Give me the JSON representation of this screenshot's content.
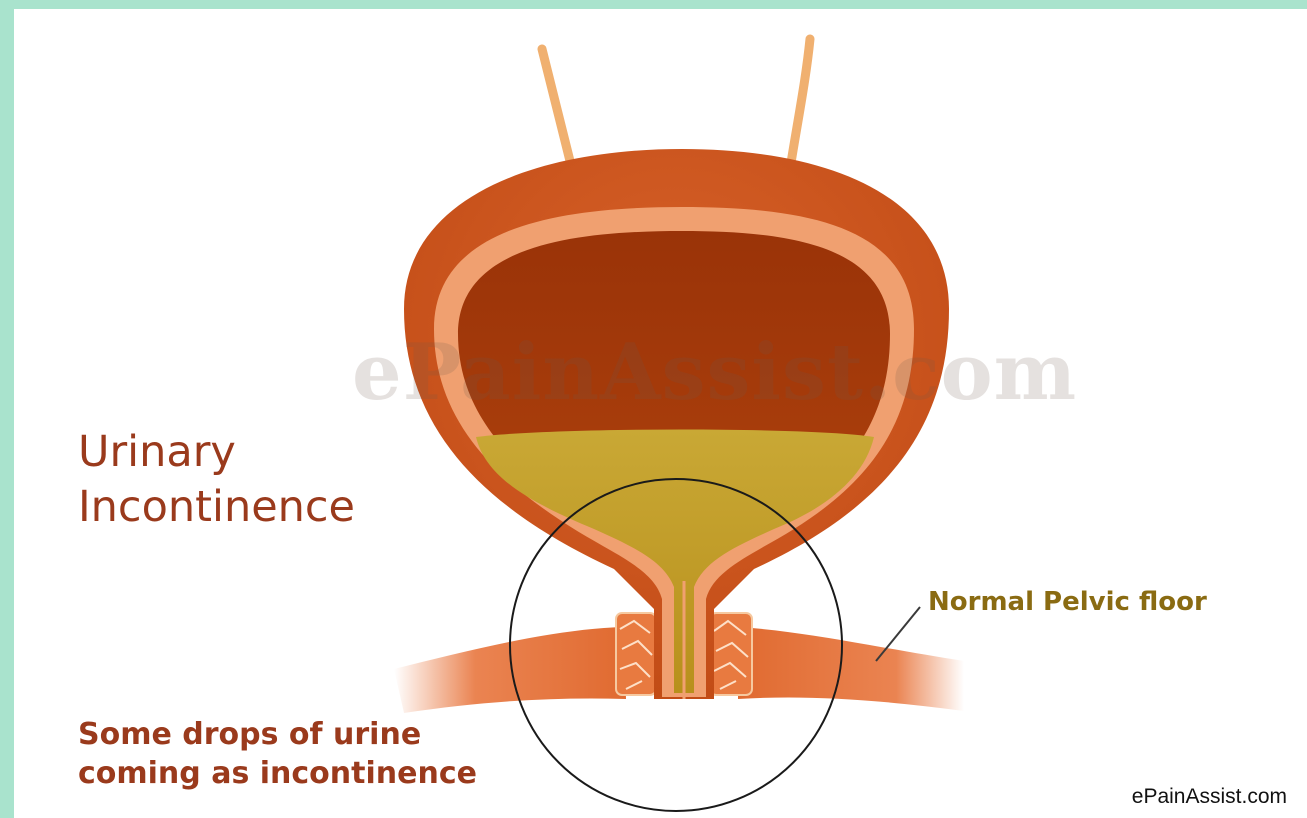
{
  "title": {
    "line1": "Urinary",
    "line2": "Incontinence"
  },
  "labels": {
    "pelvic_floor": "Normal Pelvic floor",
    "caption_line1": "Some drops of urine",
    "caption_line2": "coming as incontinence"
  },
  "watermark": "ePainAssist.com",
  "credit": "ePainAssist.com",
  "colors": {
    "border": "#a9e3cd",
    "bladder_wall": "#cf5a22",
    "bladder_lining": "#f0a070",
    "bladder_interior": "#a83a0c",
    "urine": "#c4a12a",
    "pelvic_floor": "#e8763e",
    "ureters": "#f0b070",
    "title_text": "#9a3a1c",
    "pelvic_label_text": "#8a6b12"
  },
  "icons": {
    "bladder": "bladder-illustration",
    "magnifier": "circle-highlight"
  }
}
